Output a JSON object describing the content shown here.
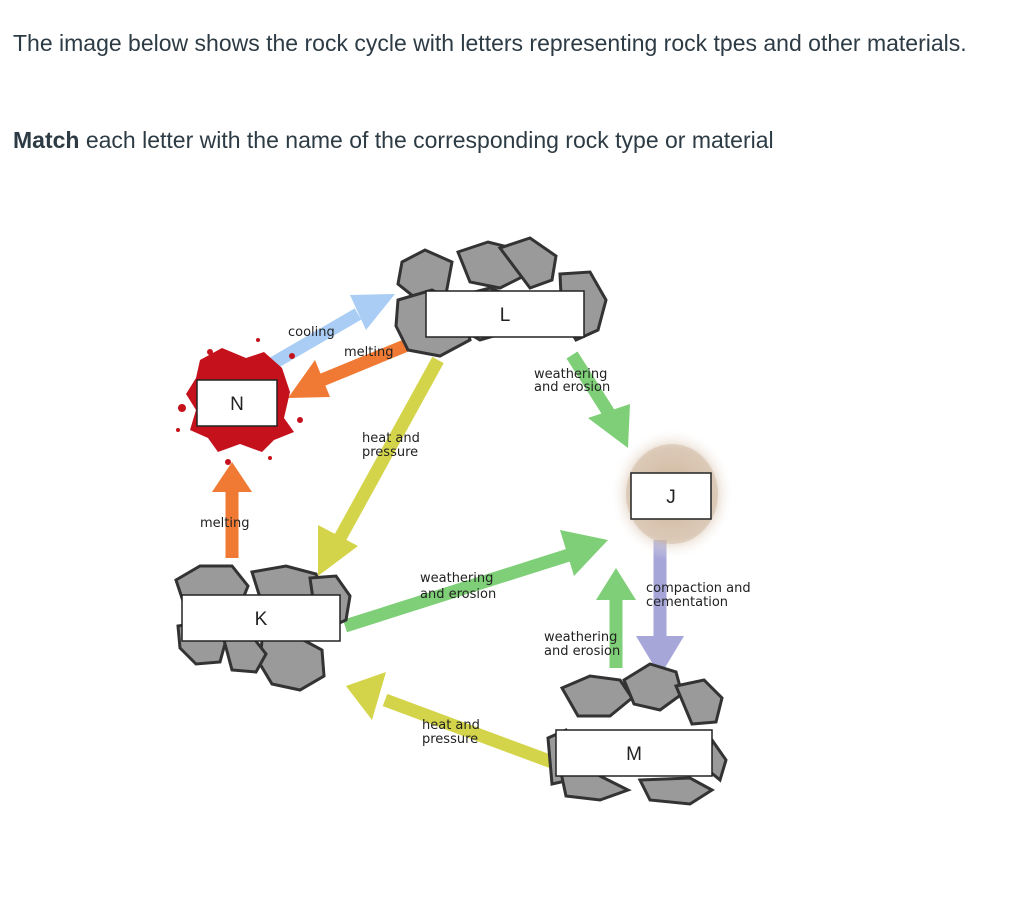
{
  "question": {
    "intro": "The image below shows the rock cycle with letters representing rock tpes and other materials.",
    "instruction_bold": "Match",
    "instruction_rest": " each letter with the name of the corresponding rock type or material"
  },
  "diagram": {
    "boxes": {
      "L": "L",
      "N": "N",
      "J": "J",
      "K": "K",
      "M": "M"
    },
    "arrow_labels": {
      "cooling": "cooling",
      "melting_top": "melting",
      "heat_pressure_1_a": "heat and",
      "heat_pressure_1_b": "pressure",
      "weathering_1_a": "weathering",
      "weathering_1_b": "and erosion",
      "melting_left": "melting",
      "weathering_2_a": "weathering",
      "weathering_2_b": "and erosion",
      "compaction_a": "compaction and",
      "compaction_b": "cementation",
      "weathering_3_a": "weathering",
      "weathering_3_b": "and erosion",
      "heat_pressure_2_a": "heat and",
      "heat_pressure_2_b": "pressure"
    },
    "colors": {
      "cooling": "#a9cdf5",
      "melting": "#f07a33",
      "heat_pressure": "#d4d44a",
      "weathering": "#7fcf78",
      "compaction": "#a6a6d9",
      "magma": "#c4111c",
      "rock": "#9a9a9a"
    }
  }
}
